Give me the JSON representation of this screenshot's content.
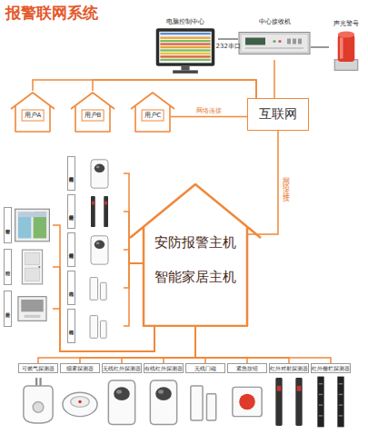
{
  "diagram": {
    "title": "报警联网系统",
    "nodes": [
      {
        "text": [
          "电脑控制中心"
        ]
      },
      {
        "text": [
          "中心接收机"
        ]
      },
      {
        "text": [
          "声光警号"
        ]
      },
      {
        "text": [
          "用户A"
        ]
      },
      {
        "text": [
          "用户B"
        ]
      },
      {
        "text": [
          "用户C"
        ]
      },
      {
        "text": [
          "互联网"
        ]
      },
      {
        "text": [
          "安防报警主机",
          "智能家居主机"
        ]
      },
      {
        "text": [
          "智能窗帘"
        ]
      },
      {
        "text": [
          "智能门"
        ]
      },
      {
        "text": [
          "智能开关"
        ]
      },
      {
        "text": [
          "无线红外探测器"
        ]
      },
      {
        "text": [
          "红外对射探测器"
        ]
      },
      {
        "text": [
          "有线红外探测器"
        ]
      },
      {
        "text": [
          "无线门磁"
        ]
      },
      {
        "text": [
          "有线门磁"
        ]
      },
      {
        "text": [
          "可燃气探测器"
        ]
      },
      {
        "text": [
          "烟雾探测器"
        ]
      },
      {
        "text": [
          "无线红外探测器"
        ]
      },
      {
        "text": [
          "有线红外探测器"
        ]
      },
      {
        "text": [
          "无线门磁"
        ]
      },
      {
        "text": [
          "紧急按钮"
        ]
      },
      {
        "text": [
          "红外对射探测器"
        ]
      },
      {
        "text": [
          "红外栅栏探测器"
        ]
      }
    ],
    "edges": [
      {
        "from": 0,
        "to": 1,
        "label": "232串口",
        "arrow": "none"
      },
      {
        "from": 1,
        "to": 2,
        "arrow": "none"
      },
      {
        "from": 1,
        "to": 6,
        "arrow": "none"
      },
      {
        "from": 6,
        "to": 3,
        "arrow": "none"
      },
      {
        "from": 6,
        "to": 4,
        "arrow": "none"
      },
      {
        "from": 5,
        "to": 6,
        "label": "网络连接",
        "arrow": "none"
      },
      {
        "from": 6,
        "to": 7,
        "label": "网络连接",
        "arrow": "none"
      },
      {
        "from": 7,
        "to": 11,
        "arrow": "none"
      },
      {
        "from": 7,
        "to": 12,
        "arrow": "none"
      },
      {
        "from": 7,
        "to": 13,
        "arrow": "none"
      },
      {
        "from": 7,
        "to": 14,
        "arrow": "none"
      },
      {
        "from": 7,
        "to": 15,
        "arrow": "none"
      },
      {
        "from": 7,
        "to": 8,
        "arrow": "none"
      },
      {
        "from": 7,
        "to": 9,
        "arrow": "none"
      },
      {
        "from": 7,
        "to": 10,
        "arrow": "none"
      },
      {
        "from": 7,
        "to": 16,
        "arrow": "none"
      },
      {
        "from": 7,
        "to": 17,
        "arrow": "none"
      },
      {
        "from": 7,
        "to": 18,
        "arrow": "none"
      },
      {
        "from": 7,
        "to": 19,
        "arrow": "none"
      },
      {
        "from": 7,
        "to": 20,
        "arrow": "none"
      },
      {
        "from": 7,
        "to": 21,
        "arrow": "none"
      },
      {
        "from": 7,
        "to": 22,
        "arrow": "none"
      },
      {
        "from": 7,
        "to": 23,
        "arrow": "none"
      }
    ]
  }
}
